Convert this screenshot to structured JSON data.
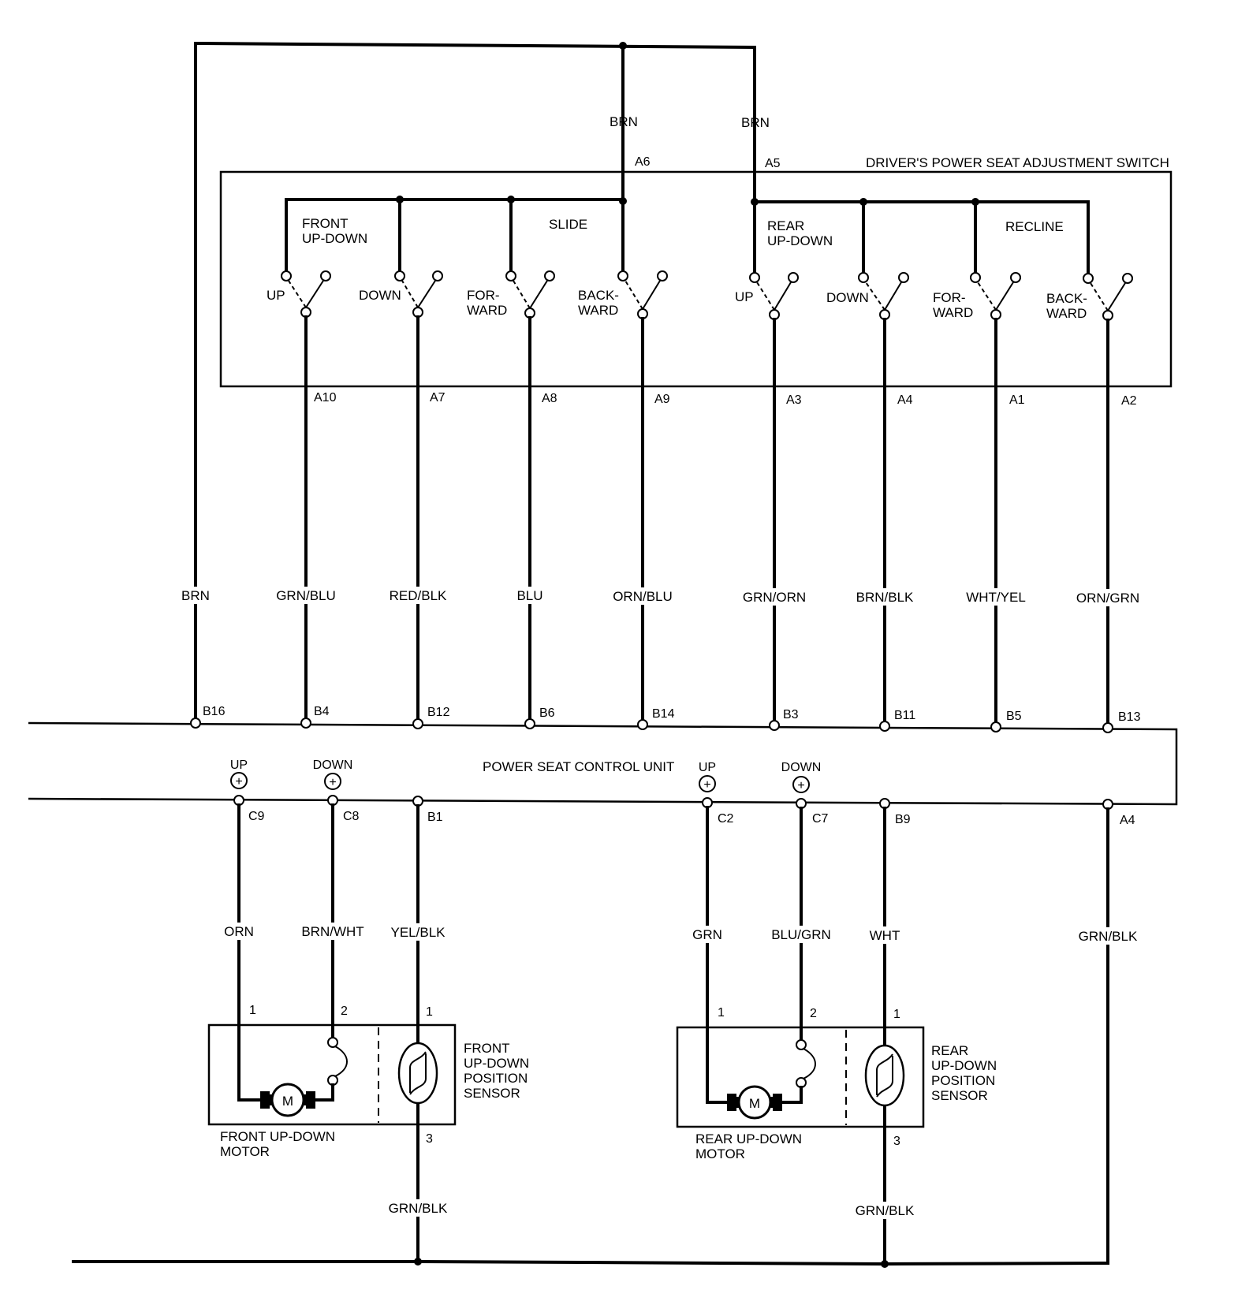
{
  "switch": {
    "title": "DRIVER'S POWER SEAT ADJUSTMENT SWITCH",
    "feed_wire_left": "BRN",
    "feed_wire_right": "BRN",
    "feed_pin_left": "A6",
    "feed_pin_right": "A5",
    "groups": [
      {
        "line1": "FRONT",
        "line2": "UP-DOWN"
      },
      {
        "line1": "SLIDE",
        "line2": ""
      },
      {
        "line1": "REAR",
        "line2": "UP-DOWN"
      },
      {
        "line1": "RECLINE",
        "line2": ""
      }
    ],
    "positions": [
      {
        "line1": "UP",
        "line2": ""
      },
      {
        "line1": "DOWN",
        "line2": ""
      },
      {
        "line1": "FOR-",
        "line2": "WARD"
      },
      {
        "line1": "BACK-",
        "line2": "WARD"
      },
      {
        "line1": "UP",
        "line2": ""
      },
      {
        "line1": "DOWN",
        "line2": ""
      },
      {
        "line1": "FOR-",
        "line2": "WARD"
      },
      {
        "line1": "BACK-",
        "line2": "WARD"
      }
    ],
    "out_pins": [
      "A10",
      "A7",
      "A8",
      "A9",
      "A3",
      "A4",
      "A1",
      "A2"
    ]
  },
  "wires_to_unit": [
    "GRN/BLU",
    "RED/BLK",
    "BLU",
    "ORN/BLU",
    "GRN/ORN",
    "BRN/BLK",
    "WHT/YEL",
    "ORN/GRN"
  ],
  "unit_pins_top": [
    "B4",
    "B12",
    "B6",
    "B14",
    "B3",
    "B11",
    "B5",
    "B13"
  ],
  "brn_main_wire": "BRN",
  "brn_main_pin": "B16",
  "unit": {
    "title": "POWER SEAT CONTROL UNIT",
    "front_up": "UP",
    "front_down": "DOWN",
    "rear_up": "UP",
    "rear_down": "DOWN",
    "plus_symbol": "+",
    "bottom_pins": [
      "C9",
      "C8",
      "B1",
      "C2",
      "C7",
      "B9",
      "A4"
    ]
  },
  "lower_wires": [
    "ORN",
    "BRN/WHT",
    "YEL/BLK",
    "GRN",
    "BLU/GRN",
    "WHT",
    "GRN/BLK"
  ],
  "front_motor": {
    "motor_symbol": "M",
    "pin1": "1",
    "pin2": "2",
    "sensor_pin_top": "1",
    "sensor_pin_bottom": "3",
    "motor_label_1": "FRONT UP-DOWN",
    "motor_label_2": "MOTOR",
    "sensor_label": [
      "FRONT",
      "UP-DOWN",
      "POSITION",
      "SENSOR"
    ],
    "ground_wire": "GRN/BLK"
  },
  "rear_motor": {
    "motor_symbol": "M",
    "pin1": "1",
    "pin2": "2",
    "sensor_pin_top": "1",
    "sensor_pin_bottom": "3",
    "motor_label_1": "REAR UP-DOWN",
    "motor_label_2": "MOTOR",
    "sensor_label": [
      "REAR",
      "UP-DOWN",
      "POSITION",
      "SENSOR"
    ],
    "ground_wire": "GRN/BLK"
  }
}
